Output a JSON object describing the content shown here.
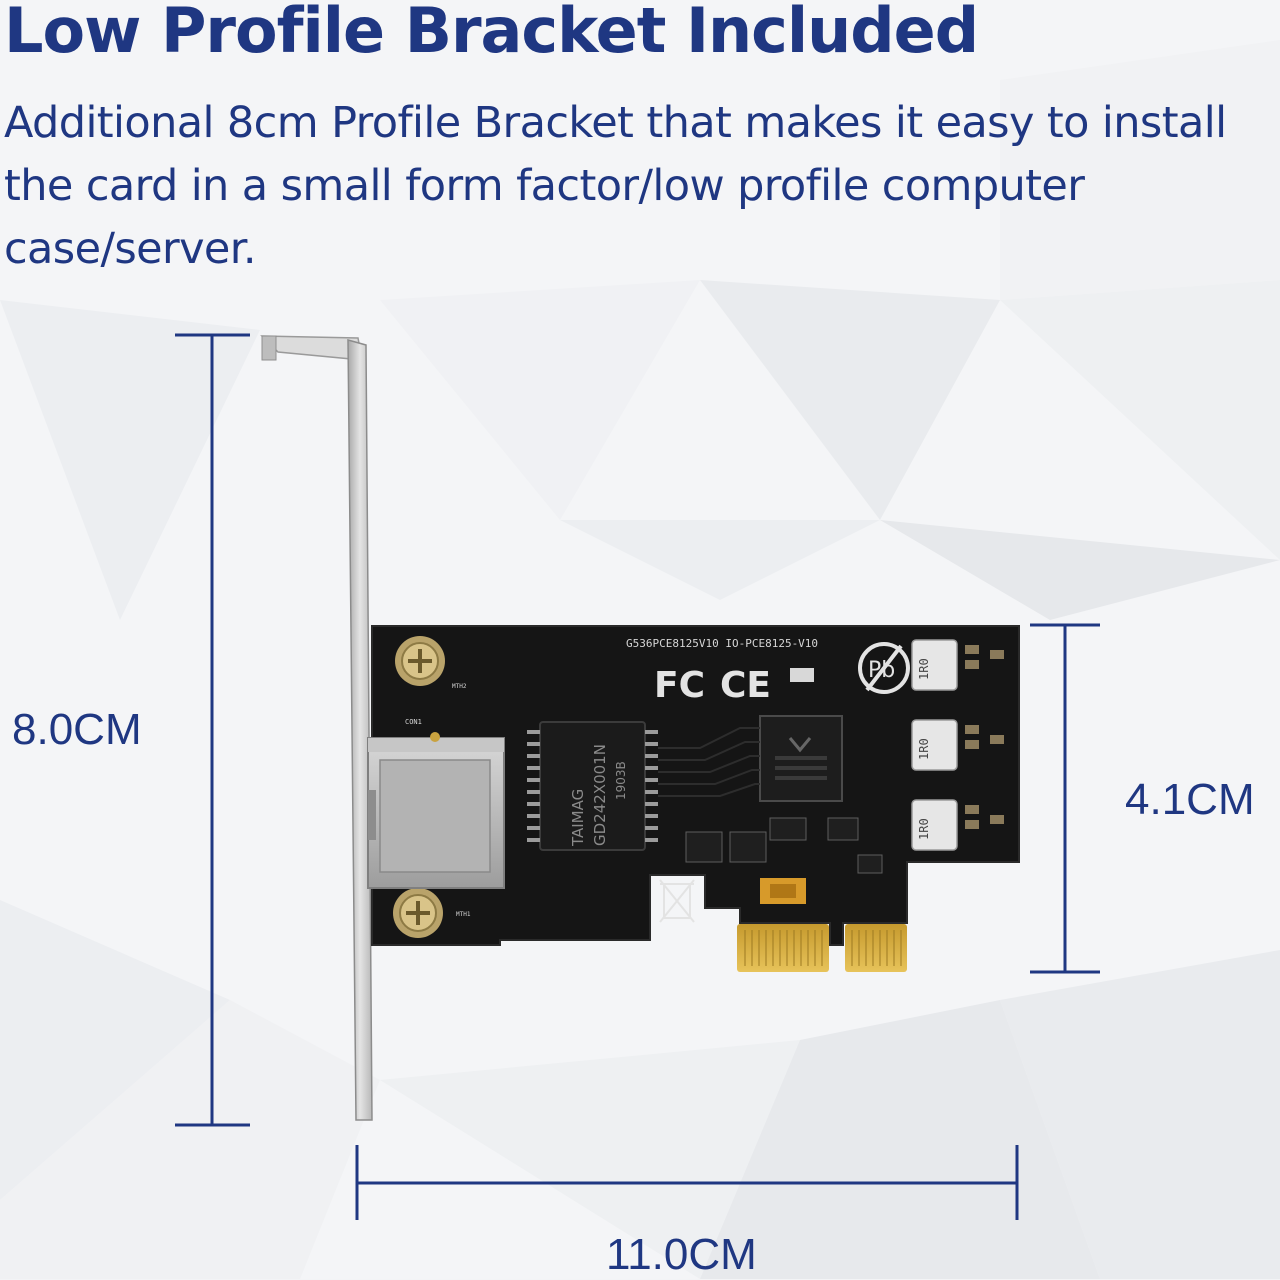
{
  "header": {
    "title": "Low Profile Bracket Included",
    "description": "Additional 8cm Profile Bracket that makes it easy to install the card in a small form factor/low profile computer case/server."
  },
  "dimensions": {
    "bracket_height": "8.0CM",
    "card_height": "4.1CM",
    "card_width": "11.0CM"
  },
  "pcb": {
    "silk_top": "G536PCE8125V10  IO-PCE8125-V10",
    "transformer_brand": "TAIMAG",
    "transformer_part": "GD242X001N",
    "transformer_code": "1903B",
    "inductor_label": "1R0",
    "fc_mark": "FC",
    "ce_mark": "CE",
    "pb_mark": "Pb",
    "con_label": "CON1",
    "mth1_label": "MTH1",
    "mth2_label": "MTH2"
  },
  "colors": {
    "text": "#1f3782",
    "pcb": "#141414",
    "bracket": "#cfcfcf",
    "gold": "#d4a93c"
  }
}
